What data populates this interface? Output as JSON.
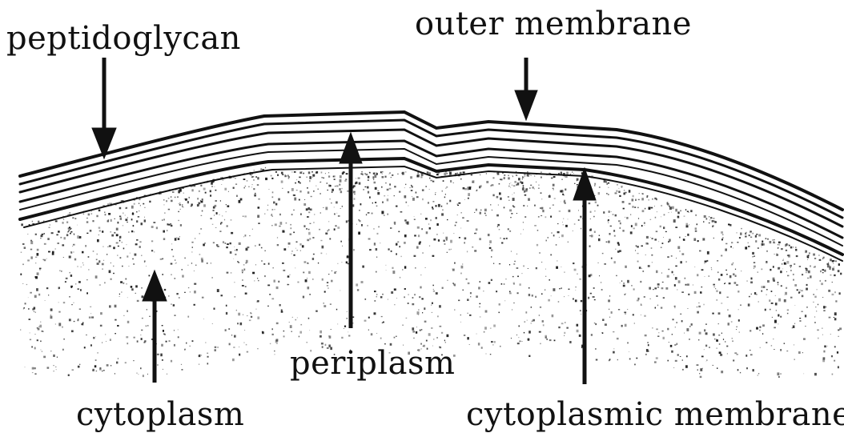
{
  "labels": {
    "peptidoglycan": "peptidoglycan",
    "outer_membrane": "outer membrane",
    "periplasm": "periplasm",
    "cytoplasm": "cytoplasm",
    "cytoplasmic_membrane": "cytoplasmic membrane"
  },
  "colors": {
    "ink": "#111111",
    "background": "#ffffff"
  }
}
